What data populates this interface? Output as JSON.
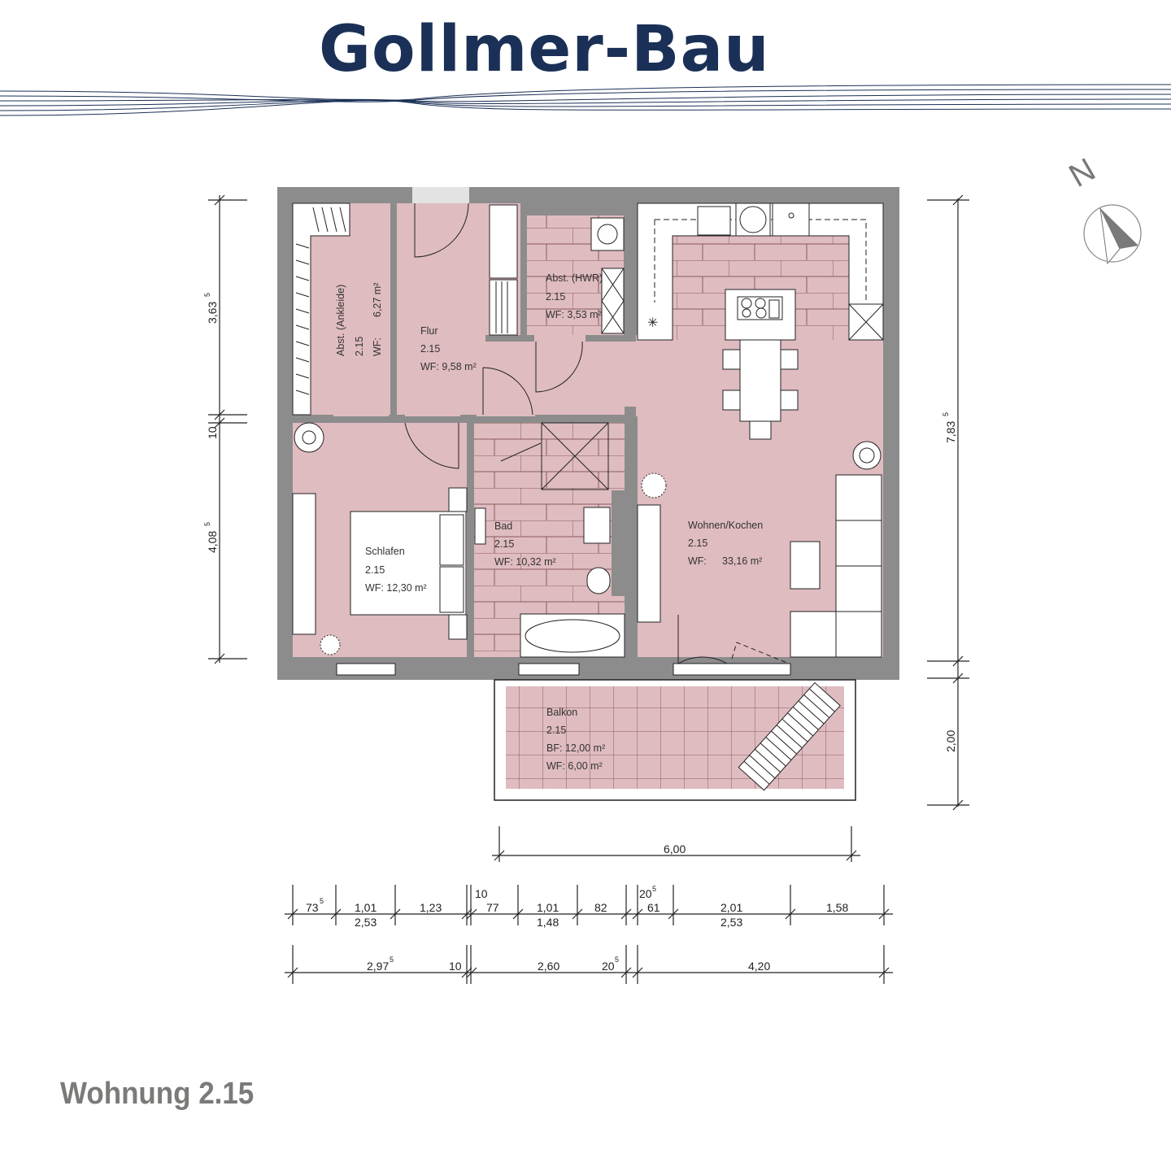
{
  "header": {
    "brand": "Gollmer-Bau",
    "brand_color": "#1b3056"
  },
  "compass": {
    "label": "N",
    "icon": "north-arrow-icon"
  },
  "colors": {
    "floor": "#dfbcc0",
    "wall": "#8c8c8c",
    "tile_line": "#8a5a5e",
    "ink": "#222222",
    "footer_text": "#7a7a78"
  },
  "rooms": {
    "ankleide": {
      "name": "Abst. (Ankleide)",
      "number": "2.15",
      "area_label": "WF:",
      "area": "6,27 m²"
    },
    "flur": {
      "name": "Flur",
      "number": "2.15",
      "area": "WF: 9,58 m²"
    },
    "hwr": {
      "name": "Abst. (HWR)",
      "number": "2.15",
      "area": "WF: 3,53 m²"
    },
    "wohnen": {
      "name": "Wohnen/Kochen",
      "number": "2.15",
      "area_label": "WF:",
      "area": "33,16 m²"
    },
    "schlafen": {
      "name": "Schlafen",
      "number": "2.15",
      "area": "WF: 12,30 m²"
    },
    "bad": {
      "name": "Bad",
      "number": "2.15",
      "area": "WF: 10,32 m²"
    },
    "balkon": {
      "name": "Balkon",
      "number": "2.15",
      "bf": "BF: 12,00 m²",
      "wf": "WF:  6,00 m²"
    }
  },
  "dimensions": {
    "left": {
      "top": "3,63",
      "top_sup": "5",
      "mid": "10",
      "bottom": "4,08",
      "bottom_sup": "5"
    },
    "right": {
      "total": "7,83",
      "total_sup": "5",
      "balcony": "2,00"
    },
    "balcony_width": "6,00",
    "row1": [
      {
        "value": "73",
        "sup": "5"
      },
      {
        "value": "1,01",
        "sub": "2,53"
      },
      {
        "value": "1,23"
      },
      {
        "value": "10"
      },
      {
        "value": "77"
      },
      {
        "value": "1,01",
        "sub": "1,48"
      },
      {
        "value": "82"
      },
      {
        "value": "20",
        "sup": "5"
      },
      {
        "value": "61"
      },
      {
        "value": "2,01",
        "sub": "2,53"
      },
      {
        "value": "1,58"
      }
    ],
    "row2": [
      {
        "value": "2,97",
        "sup": "5"
      },
      {
        "value": "10"
      },
      {
        "value": "2,60"
      },
      {
        "value": "20",
        "sup": "5"
      },
      {
        "value": "4,20"
      }
    ]
  },
  "footer": {
    "title": "Wohnung 2.15"
  }
}
